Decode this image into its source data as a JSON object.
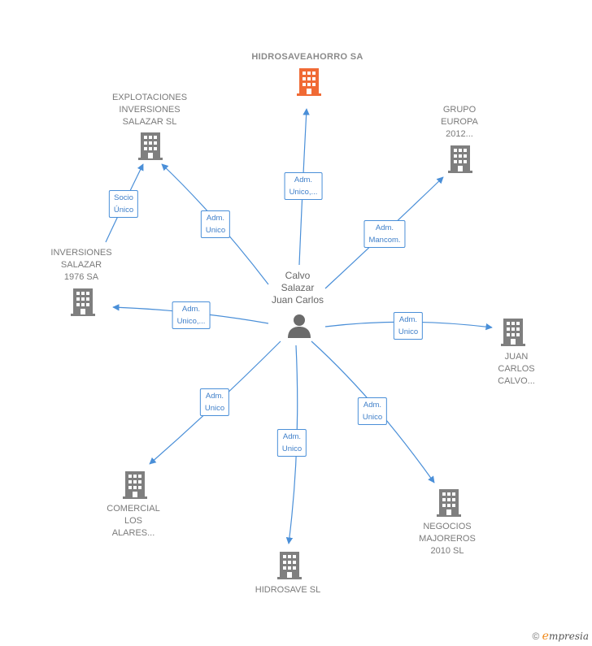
{
  "diagram": {
    "center": {
      "name": "Calvo\nSalazar\nJuan Carlos",
      "icon": "person-icon"
    },
    "nodes": [
      {
        "id": "hidrosaveahorro",
        "label": "HIDROSAVEAHORRO SA",
        "main": true,
        "color": "#f06a35",
        "icon": "building-icon"
      },
      {
        "id": "explotaciones",
        "label": "EXPLOTACIONES\nINVERSIONES\nSALAZAR  SL",
        "color": "#7f7f7f",
        "icon": "building-icon"
      },
      {
        "id": "grupo-europa",
        "label": "GRUPO\nEUROPA\n2012...",
        "color": "#7f7f7f",
        "icon": "building-icon"
      },
      {
        "id": "inversiones-salazar",
        "label": "INVERSIONES\nSALAZAR\n1976 SA",
        "color": "#7f7f7f",
        "icon": "building-icon"
      },
      {
        "id": "juan-carlos-calvo",
        "label": "JUAN\nCARLOS\nCALVO...",
        "color": "#7f7f7f",
        "icon": "building-icon"
      },
      {
        "id": "comercial-alares",
        "label": "COMERCIAL\nLOS\nALARES...",
        "color": "#7f7f7f",
        "icon": "building-icon"
      },
      {
        "id": "negocios-majoreros",
        "label": "NEGOCIOS\nMAJOREROS\n2010 SL",
        "color": "#7f7f7f",
        "icon": "building-icon"
      },
      {
        "id": "hidrosave",
        "label": "HIDROSAVE SL",
        "color": "#7f7f7f",
        "icon": "building-icon"
      }
    ],
    "edges": [
      {
        "from": "center",
        "to": "hidrosaveahorro",
        "label": "Adm.\nUnico,..."
      },
      {
        "from": "center",
        "to": "explotaciones",
        "label": "Adm.\nUnico"
      },
      {
        "from": "inversiones-salazar",
        "to": "explotaciones",
        "label": "Socio\nÚnico"
      },
      {
        "from": "center",
        "to": "grupo-europa",
        "label": "Adm.\nMancom."
      },
      {
        "from": "center",
        "to": "inversiones-salazar",
        "label": "Adm.\nUnico,..."
      },
      {
        "from": "center",
        "to": "juan-carlos-calvo",
        "label": "Adm.\nUnico"
      },
      {
        "from": "center",
        "to": "comercial-alares",
        "label": "Adm.\nUnico"
      },
      {
        "from": "center",
        "to": "negocios-majoreros",
        "label": "Adm.\nUnico"
      },
      {
        "from": "center",
        "to": "hidrosave",
        "label": "Adm.\nUnico"
      }
    ],
    "edge_color": "#4a8fd8"
  },
  "footer": {
    "copyright": "©",
    "brand_first": "e",
    "brand_rest": "mpresia"
  }
}
